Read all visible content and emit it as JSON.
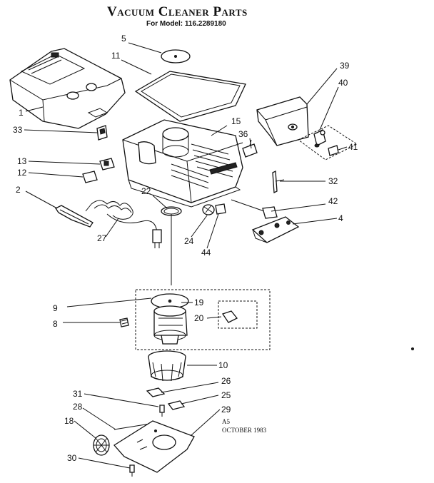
{
  "header": {
    "title": "Vacuum Cleaner Parts",
    "subtitle": "For Model: 116.2289180"
  },
  "callouts": [
    "5",
    "11",
    "39",
    "40",
    "1",
    "15",
    "33",
    "36",
    "41",
    "13",
    "32",
    "12",
    "2",
    "22",
    "42",
    "4",
    "27",
    "24",
    "44",
    "9",
    "19",
    "20",
    "8",
    "10",
    "26",
    "31",
    "25",
    "28",
    "29",
    "18",
    "30"
  ],
  "stamp": {
    "line1": "A5",
    "line2": "OCTOBER 1983"
  }
}
